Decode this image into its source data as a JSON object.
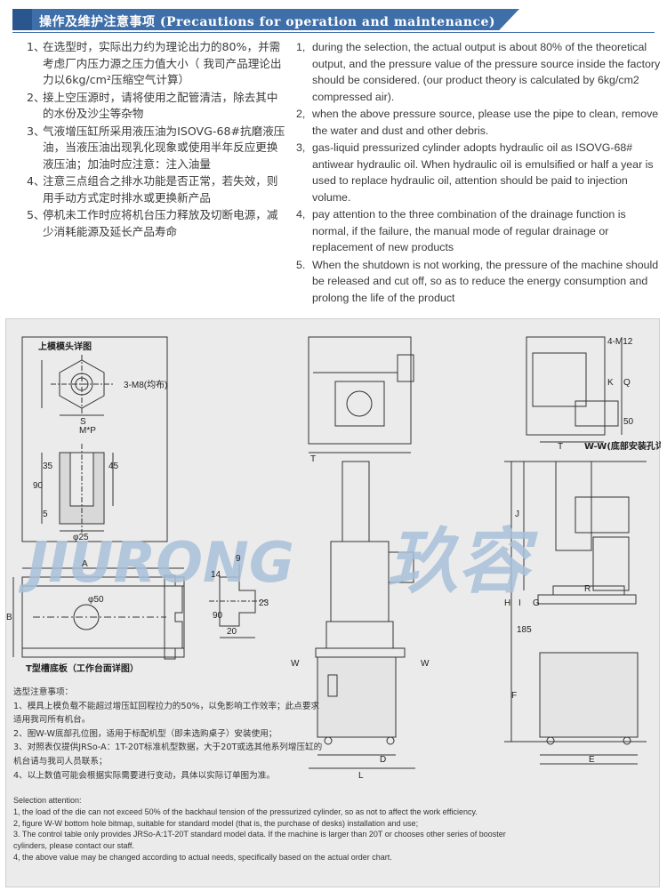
{
  "header": {
    "title": "操作及维护注意事项 (Precautions for operation and maintenance)"
  },
  "precautions_cn": [
    {
      "num": "1、",
      "text": "在选型时，实际出力约为理论出力的80%，并需考虑厂内压力源之压力值大小（ 我司产品理论出力以6kg/cm²压缩空气计算）"
    },
    {
      "num": "2、",
      "text": "接上空压源时，请将使用之配管清洁，除去其中的水份及沙尘等杂物"
    },
    {
      "num": "3、",
      "text": "气液增压缸所采用液压油为ISOVG-68#抗磨液压油，当液压油出现乳化现象或使用半年反应更换液压油；加油时应注意：注入油量"
    },
    {
      "num": "4、",
      "text": "注意三点组合之排水功能是否正常，若失效，则用手动方式定时排水或更换新产品"
    },
    {
      "num": "5、",
      "text": "停机未工作时应将机台压力释放及切断电源，减少消耗能源及延长产品寿命"
    }
  ],
  "precautions_en": [
    {
      "num": "1,",
      "text": "during the selection, the actual output is about 80% of the theoretical output, and the pressure value of the pressure source inside the factory should be considered. (our product theory is calculated by 6kg/cm2 compressed air)."
    },
    {
      "num": "2,",
      "text": "when the above pressure source, please use the pipe to clean, remove the water and dust and other debris."
    },
    {
      "num": "3,",
      "text": "gas-liquid pressurized cylinder adopts hydraulic oil as ISOVG-68# antiwear hydraulic oil. When hydraulic oil is emulsified or half a year is used to replace hydraulic oil, attention should be paid to injection volume."
    },
    {
      "num": "4,",
      "text": "pay attention to the three combination of the drainage function is normal, if the failure, the manual mode of regular drainage or replacement of new products"
    },
    {
      "num": "5.",
      "text": "When the shutdown is not working, the pressure of the machine should be released and cut off, so as to reduce the energy consumption and prolong the life of the product"
    }
  ],
  "drawing": {
    "upper_die_title": "上模模头详图",
    "t_slot_title": "T型槽底板（工作台面详图）",
    "ww_title": "W-W(底部安装孔详图)",
    "watermark_en": "JIURONG",
    "watermark_cn": "玖容",
    "labels": {
      "m8": "3-M8(均布)",
      "mp": "M*P",
      "m12": "4-M12",
      "phi25": "φ25",
      "phi50": "φ50",
      "d35": "35",
      "d45": "45",
      "d90": "90",
      "d5": "5",
      "d9": "9",
      "d14": "14",
      "d23": "23",
      "d20": "20",
      "d185": "185",
      "d50": "50",
      "A": "A",
      "B": "B",
      "S": "S",
      "T": "T",
      "Q": "Q",
      "K": "K",
      "J": "J",
      "H": "H",
      "I": "I",
      "G": "G",
      "R": "R",
      "F": "F",
      "D": "D",
      "L": "L",
      "E": "E",
      "W": "W"
    }
  },
  "selection_cn": {
    "title": "选型注意事项：",
    "lines": [
      "1、模具上模负载不能超过增压缸回程拉力的50%，以免影响工作效率；此点要求适用我司所有机台。",
      "2、图W-W底部孔位图，适用于标配机型（即未选购桌子）安装使用；",
      "3、对照表仅提供JRSo-A：1T-20T标准机型数据，大于20T或选其他系列增压缸的机台请与我司人员联系；",
      "4、以上数值可能会根据实际需要进行变动，具体以实际订单图为准。"
    ]
  },
  "selection_en": {
    "title": "Selection attention:",
    "lines": [
      "1, the load of the die can not exceed 50% of the backhaul tension of the pressurized cylinder, so as not to affect the work efficiency.",
      "2, figure W-W bottom hole bitmap, suitable for standard model (that is, the purchase of desks) installation and use;",
      "3. The control table only provides JRSo-A:1T-20T standard model data. If the machine is larger than 20T or chooses other series of booster cylinders, please contact our staff.",
      "4, the above value may be changed according to actual needs, specifically based on the actual order chart."
    ]
  },
  "colors": {
    "banner": "#3f6fa8",
    "drawing_bg": "#ebebeb",
    "watermark": "#a9c0da"
  }
}
